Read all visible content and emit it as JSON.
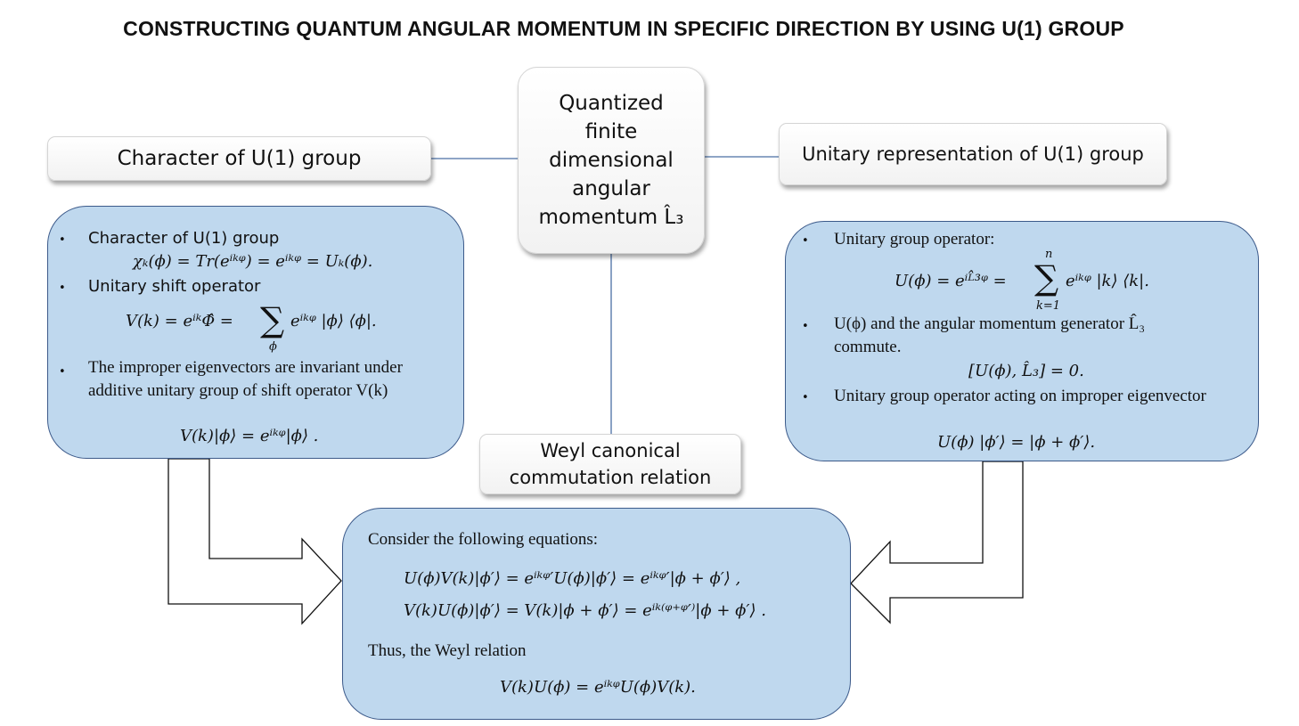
{
  "title": "CONSTRUCTING QUANTUM ANGULAR MOMENTUM IN SPECIFIC DIRECTION BY USING U(1) GROUP",
  "center": {
    "lines": [
      "Quantized",
      "finite",
      "dimensional",
      "angular",
      "momentum L̂₃"
    ]
  },
  "left_label": "Character of U(1) group",
  "right_label": "Unitary representation of U(1) group",
  "weyl_label": [
    "Weyl canonical",
    "commutation relation"
  ],
  "left_box": {
    "b1": "Character of U(1) group",
    "eq1": "χₖ(ϕ) = Tr(eⁱᵏᵠ) = eⁱᵏᵠ = Uₖ(ϕ).",
    "b2": "Unitary shift operator",
    "eq2a": "V(k) = eⁱᵏΦ̂  =",
    "eq2b": "eⁱᵏᵠ |ϕ⟩ ⟨ϕ|.",
    "sum_lower": "ϕ",
    "b3a": "The improper eigenvectors are invariant under",
    "b3b": "additive unitary group of shift operator V(k)",
    "eq3": "V(k)|ϕ⟩ = eⁱᵏᵠ|ϕ⟩ ."
  },
  "right_box": {
    "b1": "Unitary group operator:",
    "eq1a": "U(ϕ) = eⁱᴸ̂³ᵠ  =",
    "eq1b": "eⁱᵏᵠ |k⟩ ⟨k|.",
    "sum_upper": "n",
    "sum_lower": "k=1",
    "b2a": "U(ϕ) and the angular momentum generator L̂₃",
    "b2b": "commute.",
    "eq2": "[U(ϕ), L̂₃] = 0.",
    "b3": "Unitary group operator acting on improper eigenvector",
    "eq3": "U(ϕ) |ϕ′⟩  =  |ϕ + ϕ′⟩."
  },
  "bottom_box": {
    "intro": "Consider the following equations:",
    "eq1": "U(ϕ)V(k)|ϕ′⟩ = eⁱᵏᵠ′U(ϕ)|ϕ′⟩ = eⁱᵏᵠ′|ϕ + ϕ′⟩ ,",
    "eq2": "V(k)U(ϕ)|ϕ′⟩ = V(k)|ϕ + ϕ′⟩ = eⁱᵏ⁽ᵠ⁺ᵠ′⁾|ϕ + ϕ′⟩ .",
    "thus": "Thus, the Weyl relation",
    "eq3": "V(k)U(ϕ) = eⁱᵏᵠU(ϕ)V(k)."
  },
  "bullet": "•",
  "colors": {
    "box_fill": "#bfd8ee",
    "box_border": "#3c5a8a",
    "connector": "#4a6fa5"
  }
}
